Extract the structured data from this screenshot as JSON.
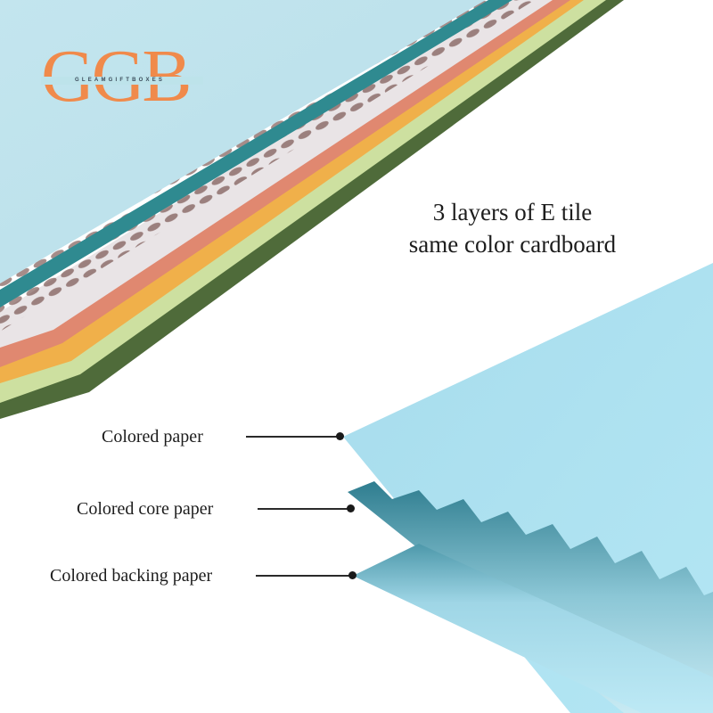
{
  "logo": {
    "letters": "GGB",
    "subtitle": "GLEAMGIFTBOXES",
    "color": "#f08a4b"
  },
  "headline": {
    "line1": "3 layers of E tile",
    "line2": "same color cardboard"
  },
  "layers": [
    {
      "label": "Colored  paper"
    },
    {
      "label": "Colored core paper"
    },
    {
      "label": "Colored backing paper"
    }
  ],
  "colors": {
    "sheet_blue": "#bfe3ec",
    "layer_blue": "#a9e0ef",
    "flute_dark": "#2f7d8f",
    "stack": [
      "#2f8a90",
      "#e9e4e6",
      "#e08870",
      "#f0b04a",
      "#cde0a0",
      "#4f6b3a"
    ]
  }
}
